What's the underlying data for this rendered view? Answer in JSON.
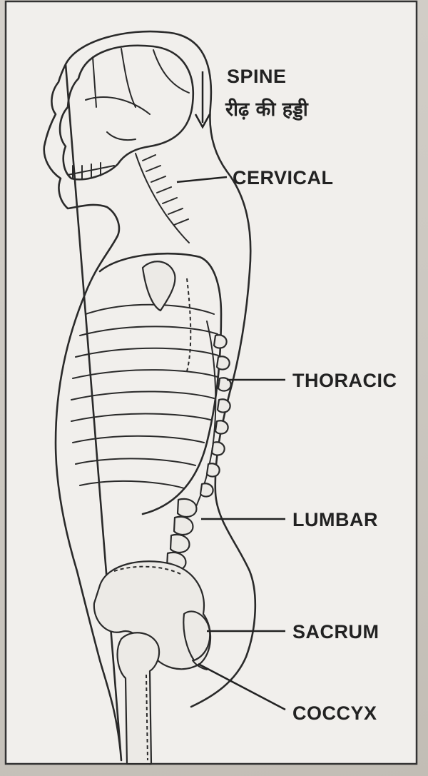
{
  "labels": {
    "spine_en": "SPINE",
    "spine_hi": "रीढ़ की हड्डी",
    "cervical": "CERVICAL",
    "thoracic": "THORACIC",
    "lumbar": "LUMBAR",
    "sacrum": "SACRUM",
    "coccyx": "COCCYX"
  }
}
